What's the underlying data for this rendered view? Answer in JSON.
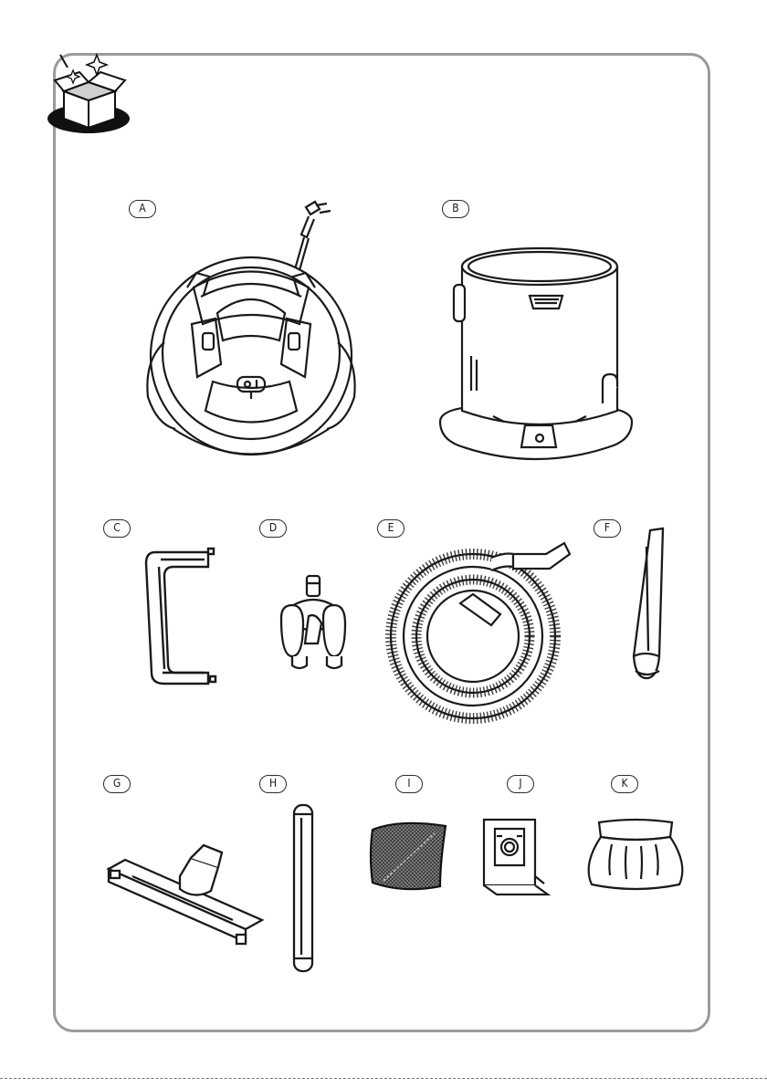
{
  "labels": {
    "a": "A",
    "b": "B",
    "c": "C",
    "d": "D",
    "e": "E",
    "f": "F",
    "g": "G",
    "h": "H",
    "i": "I",
    "j": "J",
    "k": "K"
  },
  "colors": {
    "line": "#1a1a1a",
    "frame": "#9a9a9a",
    "fill": "#ffffff",
    "shade": "#d8d8d8"
  }
}
